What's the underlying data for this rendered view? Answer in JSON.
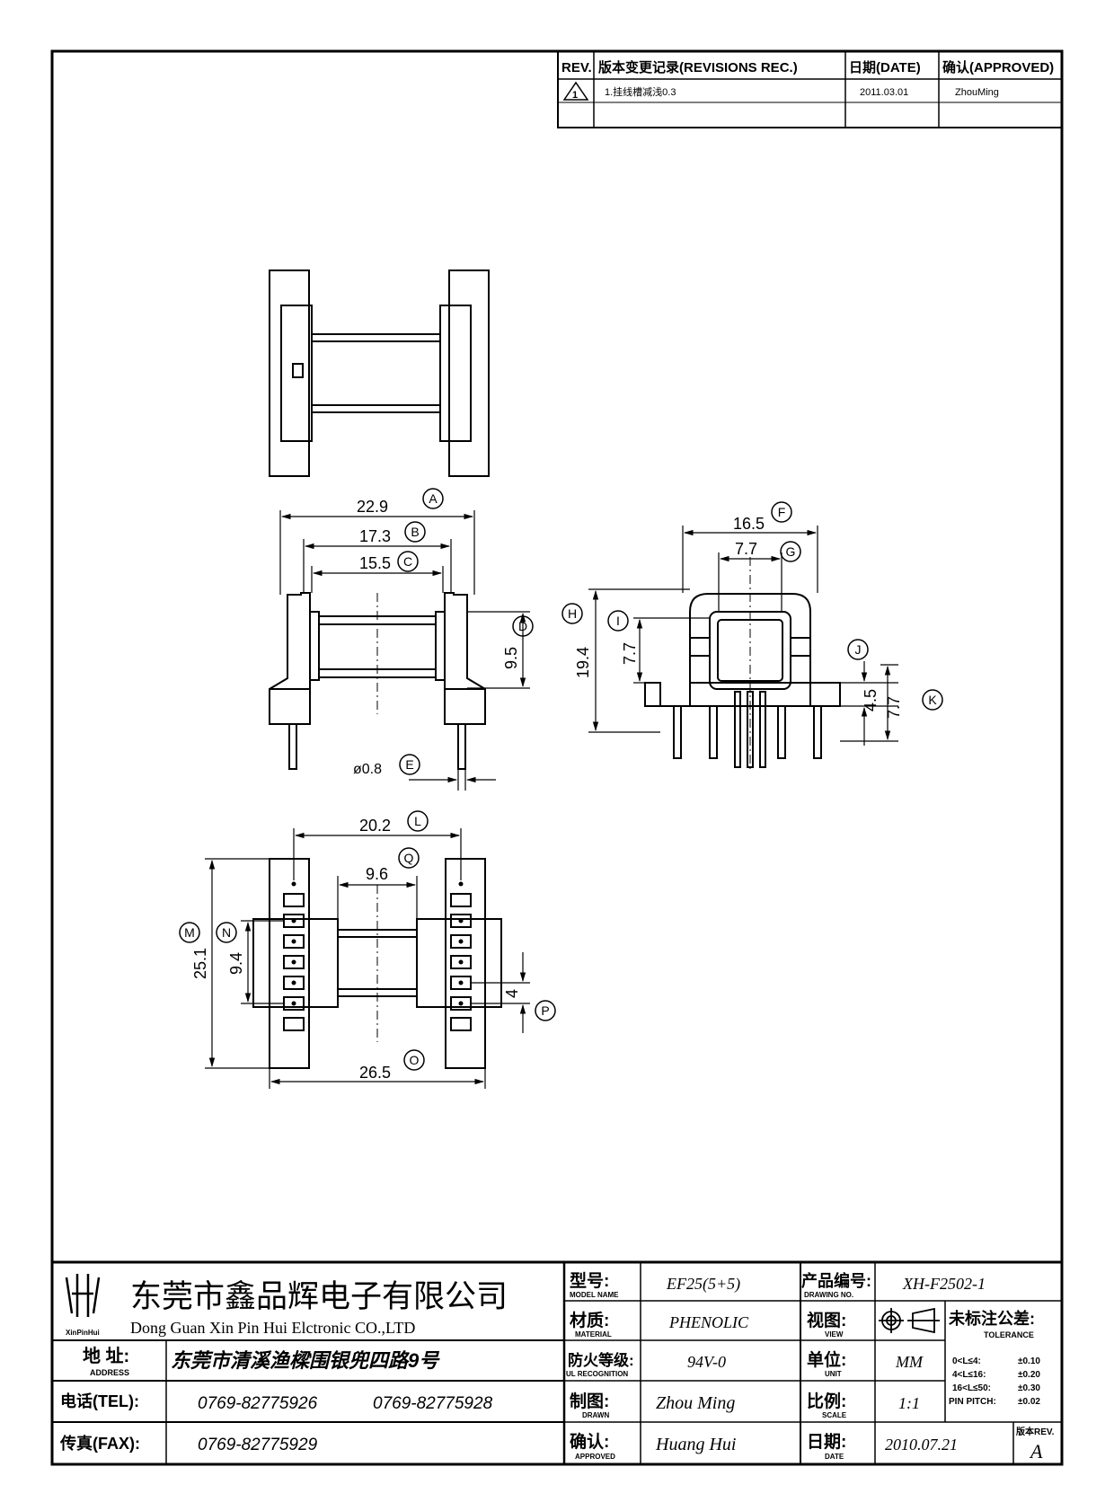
{
  "revisions": {
    "header": {
      "rev": "REV.",
      "record": "版本变更记录(REVISIONS REC.)",
      "date": "日期(DATE)",
      "approved": "确认(APPROVED)"
    },
    "rows": [
      {
        "symbol": "1",
        "desc": "1.挂线槽减浅0.3",
        "date": "2011.03.01",
        "approved": "ZhouMing"
      }
    ]
  },
  "dimensions": {
    "top": {
      "A": "22.9",
      "B": "17.3",
      "C": "15.5",
      "D": "9.5",
      "E": "ø0.8"
    },
    "side": {
      "F": "16.5",
      "G": "7.7",
      "H": "19.4",
      "I": "7.7",
      "J": "4.5",
      "K": "7.7"
    },
    "bottom": {
      "L": "20.2",
      "Q": "9.6",
      "M": "25.1",
      "N": "9.4",
      "P": "4",
      "O": "26.5"
    },
    "callouts": [
      "A",
      "B",
      "C",
      "D",
      "E",
      "F",
      "G",
      "H",
      "I",
      "J",
      "K",
      "L",
      "M",
      "N",
      "O",
      "P",
      "Q"
    ]
  },
  "company": {
    "name_cn": "东莞市鑫品辉电子有限公司",
    "name_en": "Dong Guan Xin Pin Hui Elctronic CO.,LTD",
    "logo_text": "XinPinHui"
  },
  "title_block": {
    "address_label": "地 址:",
    "address_label_en": "ADDRESS",
    "address": "东莞市清溪渔樑围银兜四路9号",
    "tel_label": "电话(TEL):",
    "tel1": "0769-82775926",
    "tel2": "0769-82775928",
    "fax_label": "传真(FAX):",
    "fax": "0769-82775929",
    "model_label": "型号:",
    "model_label_en": "MODEL NAME",
    "model": "EF25(5+5)",
    "material_label": "材质:",
    "material_label_en": "MATERIAL",
    "material": "PHENOLIC",
    "flame_label": "防火等级:",
    "flame_label_en": "UL RECOGNITION",
    "flame": "94V-0",
    "drawn_label": "制图:",
    "drawn_label_en": "DRAWN",
    "drawn": "Zhou Ming",
    "approved_label": "确认:",
    "approved_label_en": "APPROVED",
    "approved": "Huang Hui",
    "drawing_no_label": "产品编号:",
    "drawing_no_label_en": "DRAWING NO.",
    "drawing_no": "XH-F2502-1",
    "view_label": "视图:",
    "view_label_en": "VIEW",
    "unit_label": "单位:",
    "unit_label_en": "UNIT",
    "unit": "MM",
    "scale_label": "比例:",
    "scale_label_en": "SCALE",
    "scale": "1:1",
    "date_label": "日期:",
    "date_label_en": "DATE",
    "date": "2010.07.21",
    "tolerance_label": "未标注公差:",
    "tolerance_label_en": "TOLERANCE",
    "tolerances": [
      {
        "range": "0<L≤4:",
        "value": "±0.10"
      },
      {
        "range": "4<L≤16:",
        "value": "±0.20"
      },
      {
        "range": "16<L≤50:",
        "value": "±0.30"
      },
      {
        "range": "PIN PITCH:",
        "value": "±0.02"
      }
    ],
    "rev_label": "版本REV.",
    "rev": "A"
  }
}
